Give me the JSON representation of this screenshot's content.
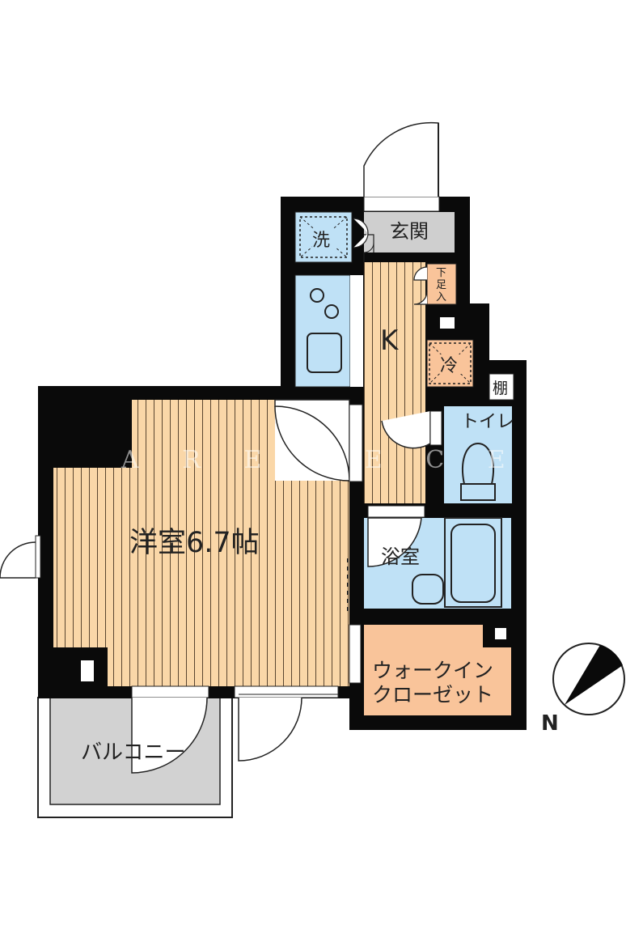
{
  "rooms": {
    "western": "洋室6.7帖",
    "kitchen": "K",
    "entrance": "玄関",
    "bath": "浴室",
    "toilet": "トイレ",
    "closet_line1": "ウォークイン",
    "closet_line2": "クローゼット",
    "balcony": "バルコニー"
  },
  "fixtures": {
    "washer": "洗",
    "fridge": "冷",
    "shoe_box_chars": [
      "下",
      "足",
      "入"
    ],
    "shelf": "棚"
  },
  "compass": {
    "label": "N"
  },
  "watermark": "A   R E S   E   C E",
  "colors": {
    "wall": "#0a0a0a",
    "floor_wood": "#fad7a8",
    "wood_line": "#5a4630",
    "wet_area": "#bfe1f6",
    "closet": "#f9c49a",
    "entrance": "#cfcfcf",
    "balcony": "#d2d2d2"
  }
}
